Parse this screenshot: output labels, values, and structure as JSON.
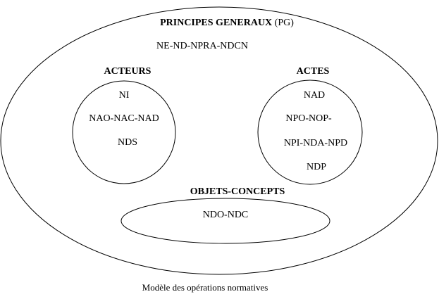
{
  "principes": {
    "title": "PRINCIPES GENERAUX",
    "abbr": " (PG)",
    "codes": "NE-ND-NPRA-NDCN"
  },
  "acteurs": {
    "title": "ACTEURS",
    "items": [
      "NI",
      "NAO-NAC-NAD",
      "NDS"
    ]
  },
  "actes": {
    "title": "ACTES",
    "items": [
      "NAD",
      "NPO-NOP-",
      "NPI-NDA-NPD",
      "NDP"
    ]
  },
  "objets": {
    "title": "OBJETS-CONCEPTS",
    "items": [
      "NDO-NDC"
    ]
  },
  "caption": "Modèle des opérations normatives"
}
